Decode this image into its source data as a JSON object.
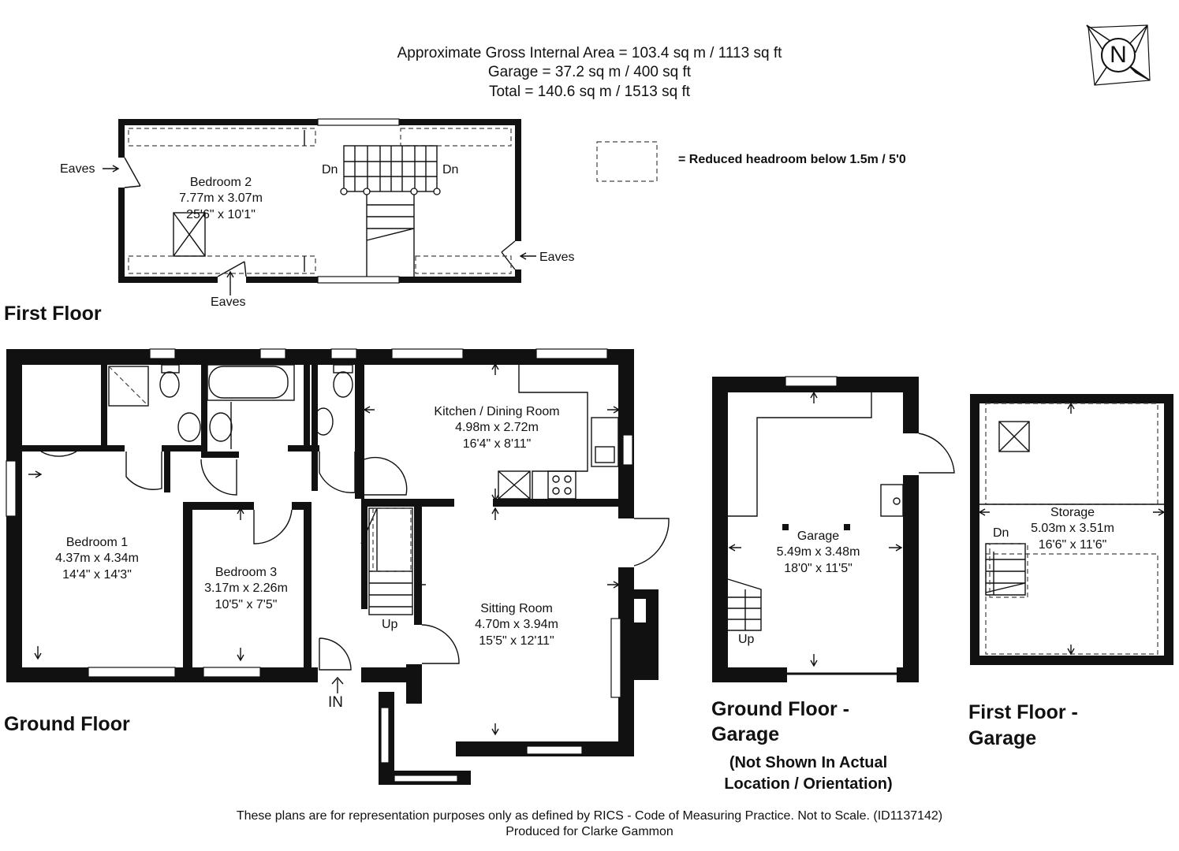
{
  "header": {
    "line1": "Approximate Gross Internal Area = 103.4 sq m / 1113 sq ft",
    "line2": "Garage = 37.2 sq m / 400 sq ft",
    "line3": "Total = 140.6 sq m / 1513 sq ft"
  },
  "compass": {
    "label": "N"
  },
  "legend": {
    "text": "= Reduced headroom below 1.5m / 5'0"
  },
  "first_floor": {
    "title": "First Floor",
    "bedroom2": {
      "name": "Bedroom 2",
      "metric": "7.77m x 3.07m",
      "imperial": "25'6\" x 10'1\""
    },
    "eaves_left": "Eaves",
    "eaves_right": "Eaves",
    "eaves_bottom": "Eaves",
    "dn_left": "Dn",
    "dn_right": "Dn"
  },
  "ground_floor": {
    "title": "Ground Floor",
    "kitchen": {
      "name": "Kitchen / Dining Room",
      "metric": "4.98m x 2.72m",
      "imperial": "16'4\" x 8'11\""
    },
    "bedroom1": {
      "name": "Bedroom 1",
      "metric": "4.37m x 4.34m",
      "imperial": "14'4\" x 14'3\""
    },
    "bedroom3": {
      "name": "Bedroom 3",
      "metric": "3.17m x 2.26m",
      "imperial": "10'5\" x 7'5\""
    },
    "sitting": {
      "name": "Sitting Room",
      "metric": "4.70m x 3.94m",
      "imperial": "15'5\" x 12'11\""
    },
    "up": "Up",
    "entrance": "IN"
  },
  "garage_ground": {
    "title_line1": "Ground Floor -",
    "title_line2": "Garage",
    "note_line1": "(Not Shown In Actual",
    "note_line2": "Location / Orientation)",
    "room": {
      "name": "Garage",
      "metric": "5.49m x 3.48m",
      "imperial": "18'0\" x 11'5\""
    },
    "up": "Up"
  },
  "garage_first": {
    "title_line1": "First Floor -",
    "title_line2": "Garage",
    "room": {
      "name": "Storage",
      "metric": "5.03m x 3.51m",
      "imperial": "16'6\" x 11'6\""
    },
    "dn": "Dn"
  },
  "footer": {
    "line1": "These plans are for representation purposes only as defined by RICS - Code of Measuring Practice. Not to Scale. (ID1137142)",
    "line2": "Produced for Clarke Gammon"
  }
}
